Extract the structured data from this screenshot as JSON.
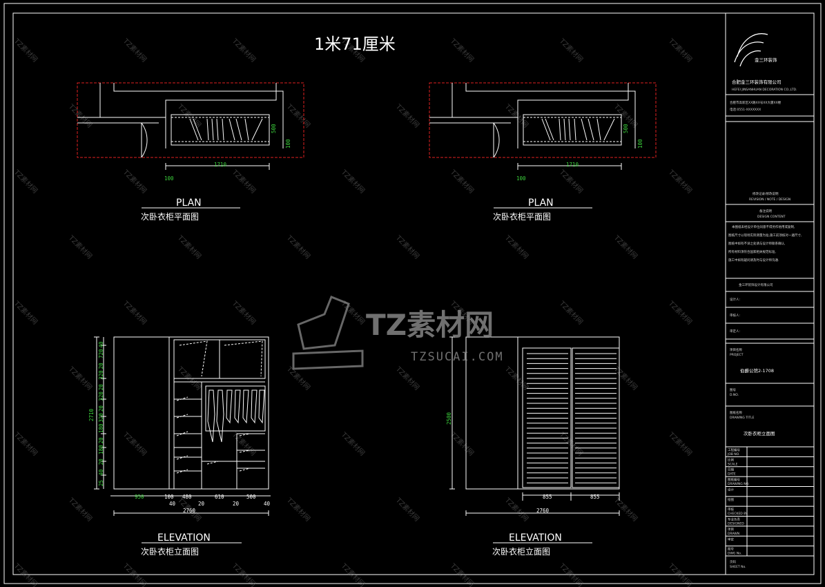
{
  "title": "1米71厘米",
  "colors": {
    "background": "#000000",
    "line": "#ffffff",
    "dimension": "#3cd23c",
    "hidden": "#e02020",
    "watermark": "#808080"
  },
  "plan_views": [
    {
      "label": "PLAN",
      "sublabel": "次卧衣柜平面图",
      "dim_width": "1710",
      "dim_depth": "500",
      "dim_side": "100",
      "dim_left": "100"
    },
    {
      "label": "PLAN",
      "sublabel": "次卧衣柜平面图",
      "dim_width": "1710",
      "dim_depth": "500",
      "dim_side": "100",
      "dim_left": "100"
    }
  ],
  "elevation_left": {
    "label": "ELEVATION",
    "sublabel": "次卧衣柜立面图",
    "height": "2710",
    "vertical_dims": [
      "40",
      "720",
      "20",
      "320",
      "20",
      "320",
      "20",
      "320",
      "180",
      "20",
      "180",
      "20",
      "40",
      "25"
    ],
    "bottom_dims": [
      "950",
      "100",
      "480",
      "610",
      "500"
    ],
    "gap_dims": [
      "40",
      "20",
      "20",
      "40"
    ],
    "total": "2760"
  },
  "elevation_right": {
    "label": "ELEVATION",
    "sublabel": "次卧衣柜立面图",
    "height": "2500",
    "door_dims": [
      "855",
      "855"
    ],
    "total": "2760"
  },
  "title_block": {
    "company_brand": "金三环装饰",
    "company_cn": "合肥金三环装饰有限公司",
    "company_en": "HEFEI JINSANHUAN DECORATION CO.,LTD.",
    "address": "合肥市高新区XX路XX号XX大厦XX楼",
    "phone": "电话:0551-XXXXXXX",
    "section_revision": "修改记录/修改说明",
    "revision_en": "REVISION / NOTE / DESIGN",
    "section_notes": "备注说明",
    "notes_en": "DESIGN CONTENT",
    "notes_lines": [
      "本图纸未经设计单位同意不得另作他用或复制,",
      "图纸尺寸以现场实际测量为准,施工前须核对一遍尺寸,",
      "图纸中如有不详之处请与设计师联系确认,",
      "所有材料须符合国家相关规范标准,",
      "施工中如有疑问请及时与设计师沟通."
    ],
    "approval": "金三环装饰设计有限公司",
    "check_labels": [
      "设计人:",
      "审核人:",
      "审定人:"
    ],
    "project_label": "项目名称",
    "project_en": "PROJECT",
    "project_name": "伯爵公馆2-1708",
    "drawing_label": "图号",
    "drawing_en": "D.NO.",
    "drawing_title_label": "图纸名称",
    "drawing_title_en": "DRAWING TITLE",
    "drawing_title": "次卧衣柜立面图",
    "rows": [
      {
        "cn": "工程编号",
        "en": "JOB NO."
      },
      {
        "cn": "比例",
        "en": "SCALE"
      },
      {
        "cn": "日期",
        "en": "DATE"
      },
      {
        "cn": "图纸编号",
        "en": "DRAWING NO."
      },
      {
        "cn": "设计",
        "en": ""
      },
      {
        "cn": "绘图",
        "en": ""
      },
      {
        "cn": "审核",
        "en": "CHECKED BY"
      },
      {
        "cn": "专业负责",
        "en": "DESIGNED"
      },
      {
        "cn": "项目",
        "en": "DRAWN"
      },
      {
        "cn": "审定",
        "en": ""
      },
      {
        "cn": "图号",
        "en": "DWG No."
      }
    ],
    "sheet_label": "页码",
    "sheet_en": "SHEET No."
  },
  "watermark": {
    "brand": "TZ素材网",
    "url": "TZSUCAI.COM",
    "tile_text": "TZ素材网"
  }
}
